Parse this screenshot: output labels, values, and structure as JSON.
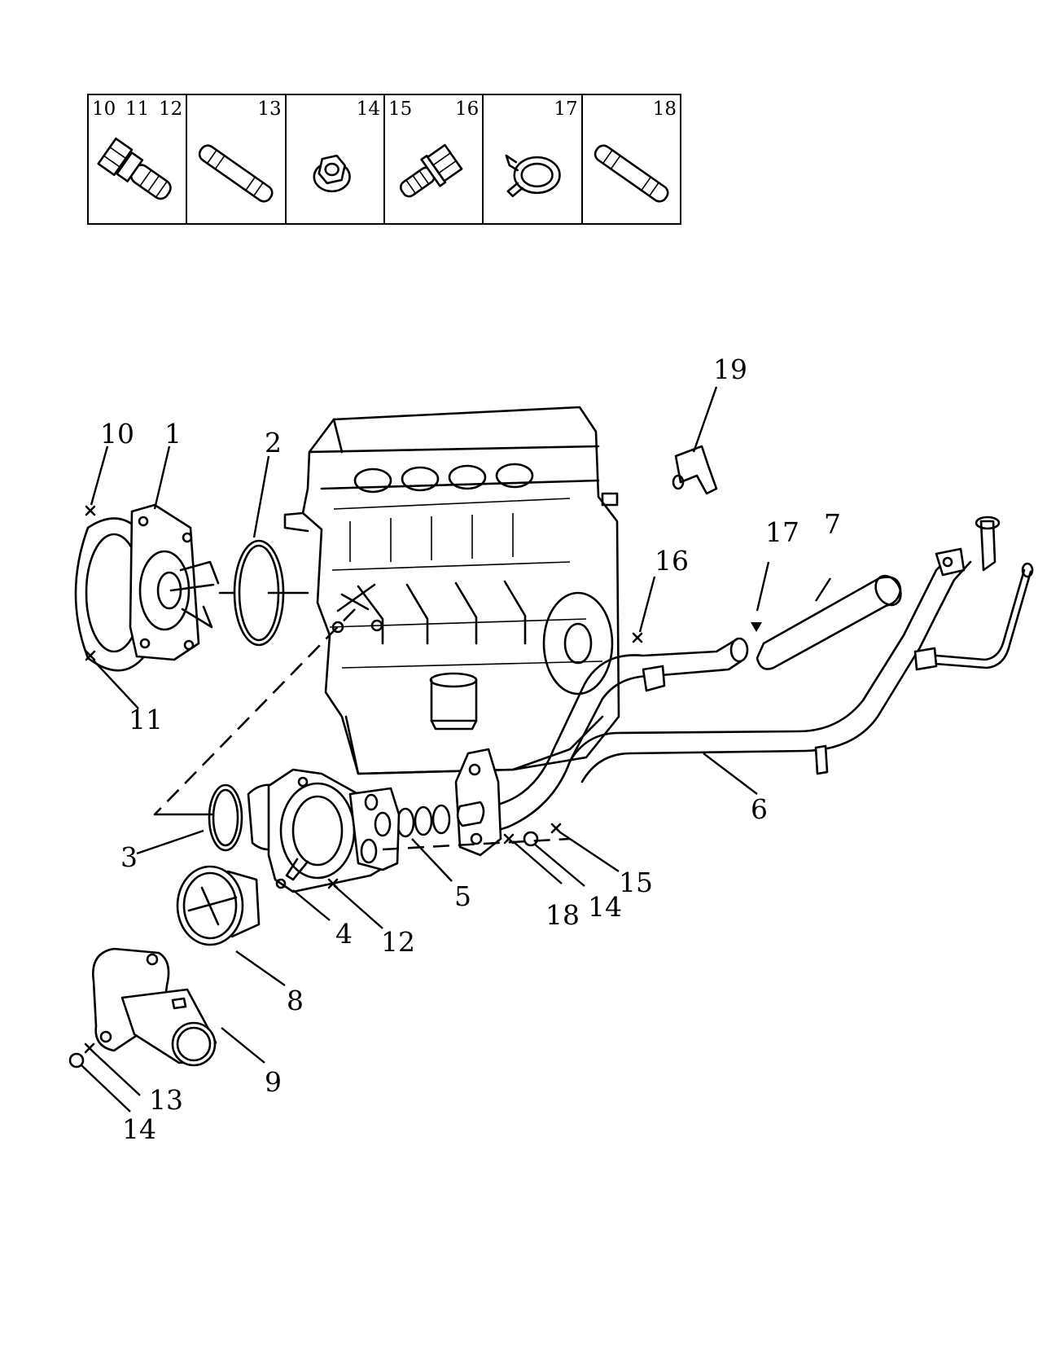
{
  "legend": {
    "cells": [
      {
        "numbers": [
          "10",
          "11",
          "12"
        ],
        "icon": "flange-bolt-icon"
      },
      {
        "numbers": [
          "13"
        ],
        "icon": "stud-icon"
      },
      {
        "numbers": [
          "14"
        ],
        "icon": "flange-nut-icon"
      },
      {
        "numbers": [
          "15",
          "16"
        ],
        "icon": "hex-bolt-icon"
      },
      {
        "numbers": [
          "17"
        ],
        "icon": "hose-clamp-icon"
      },
      {
        "numbers": [
          "18"
        ],
        "icon": "stud-icon"
      }
    ]
  },
  "callouts": {
    "c1": "1",
    "c2": "2",
    "c3": "3",
    "c4": "4",
    "c5": "5",
    "c6": "6",
    "c7": "7",
    "c8": "8",
    "c9": "9",
    "c10": "10",
    "c11": "11",
    "c12": "12",
    "c13": "13",
    "c14a": "14",
    "c14b": "14",
    "c15": "15",
    "c16": "16",
    "c17": "17",
    "c18": "18",
    "c19": "19"
  }
}
